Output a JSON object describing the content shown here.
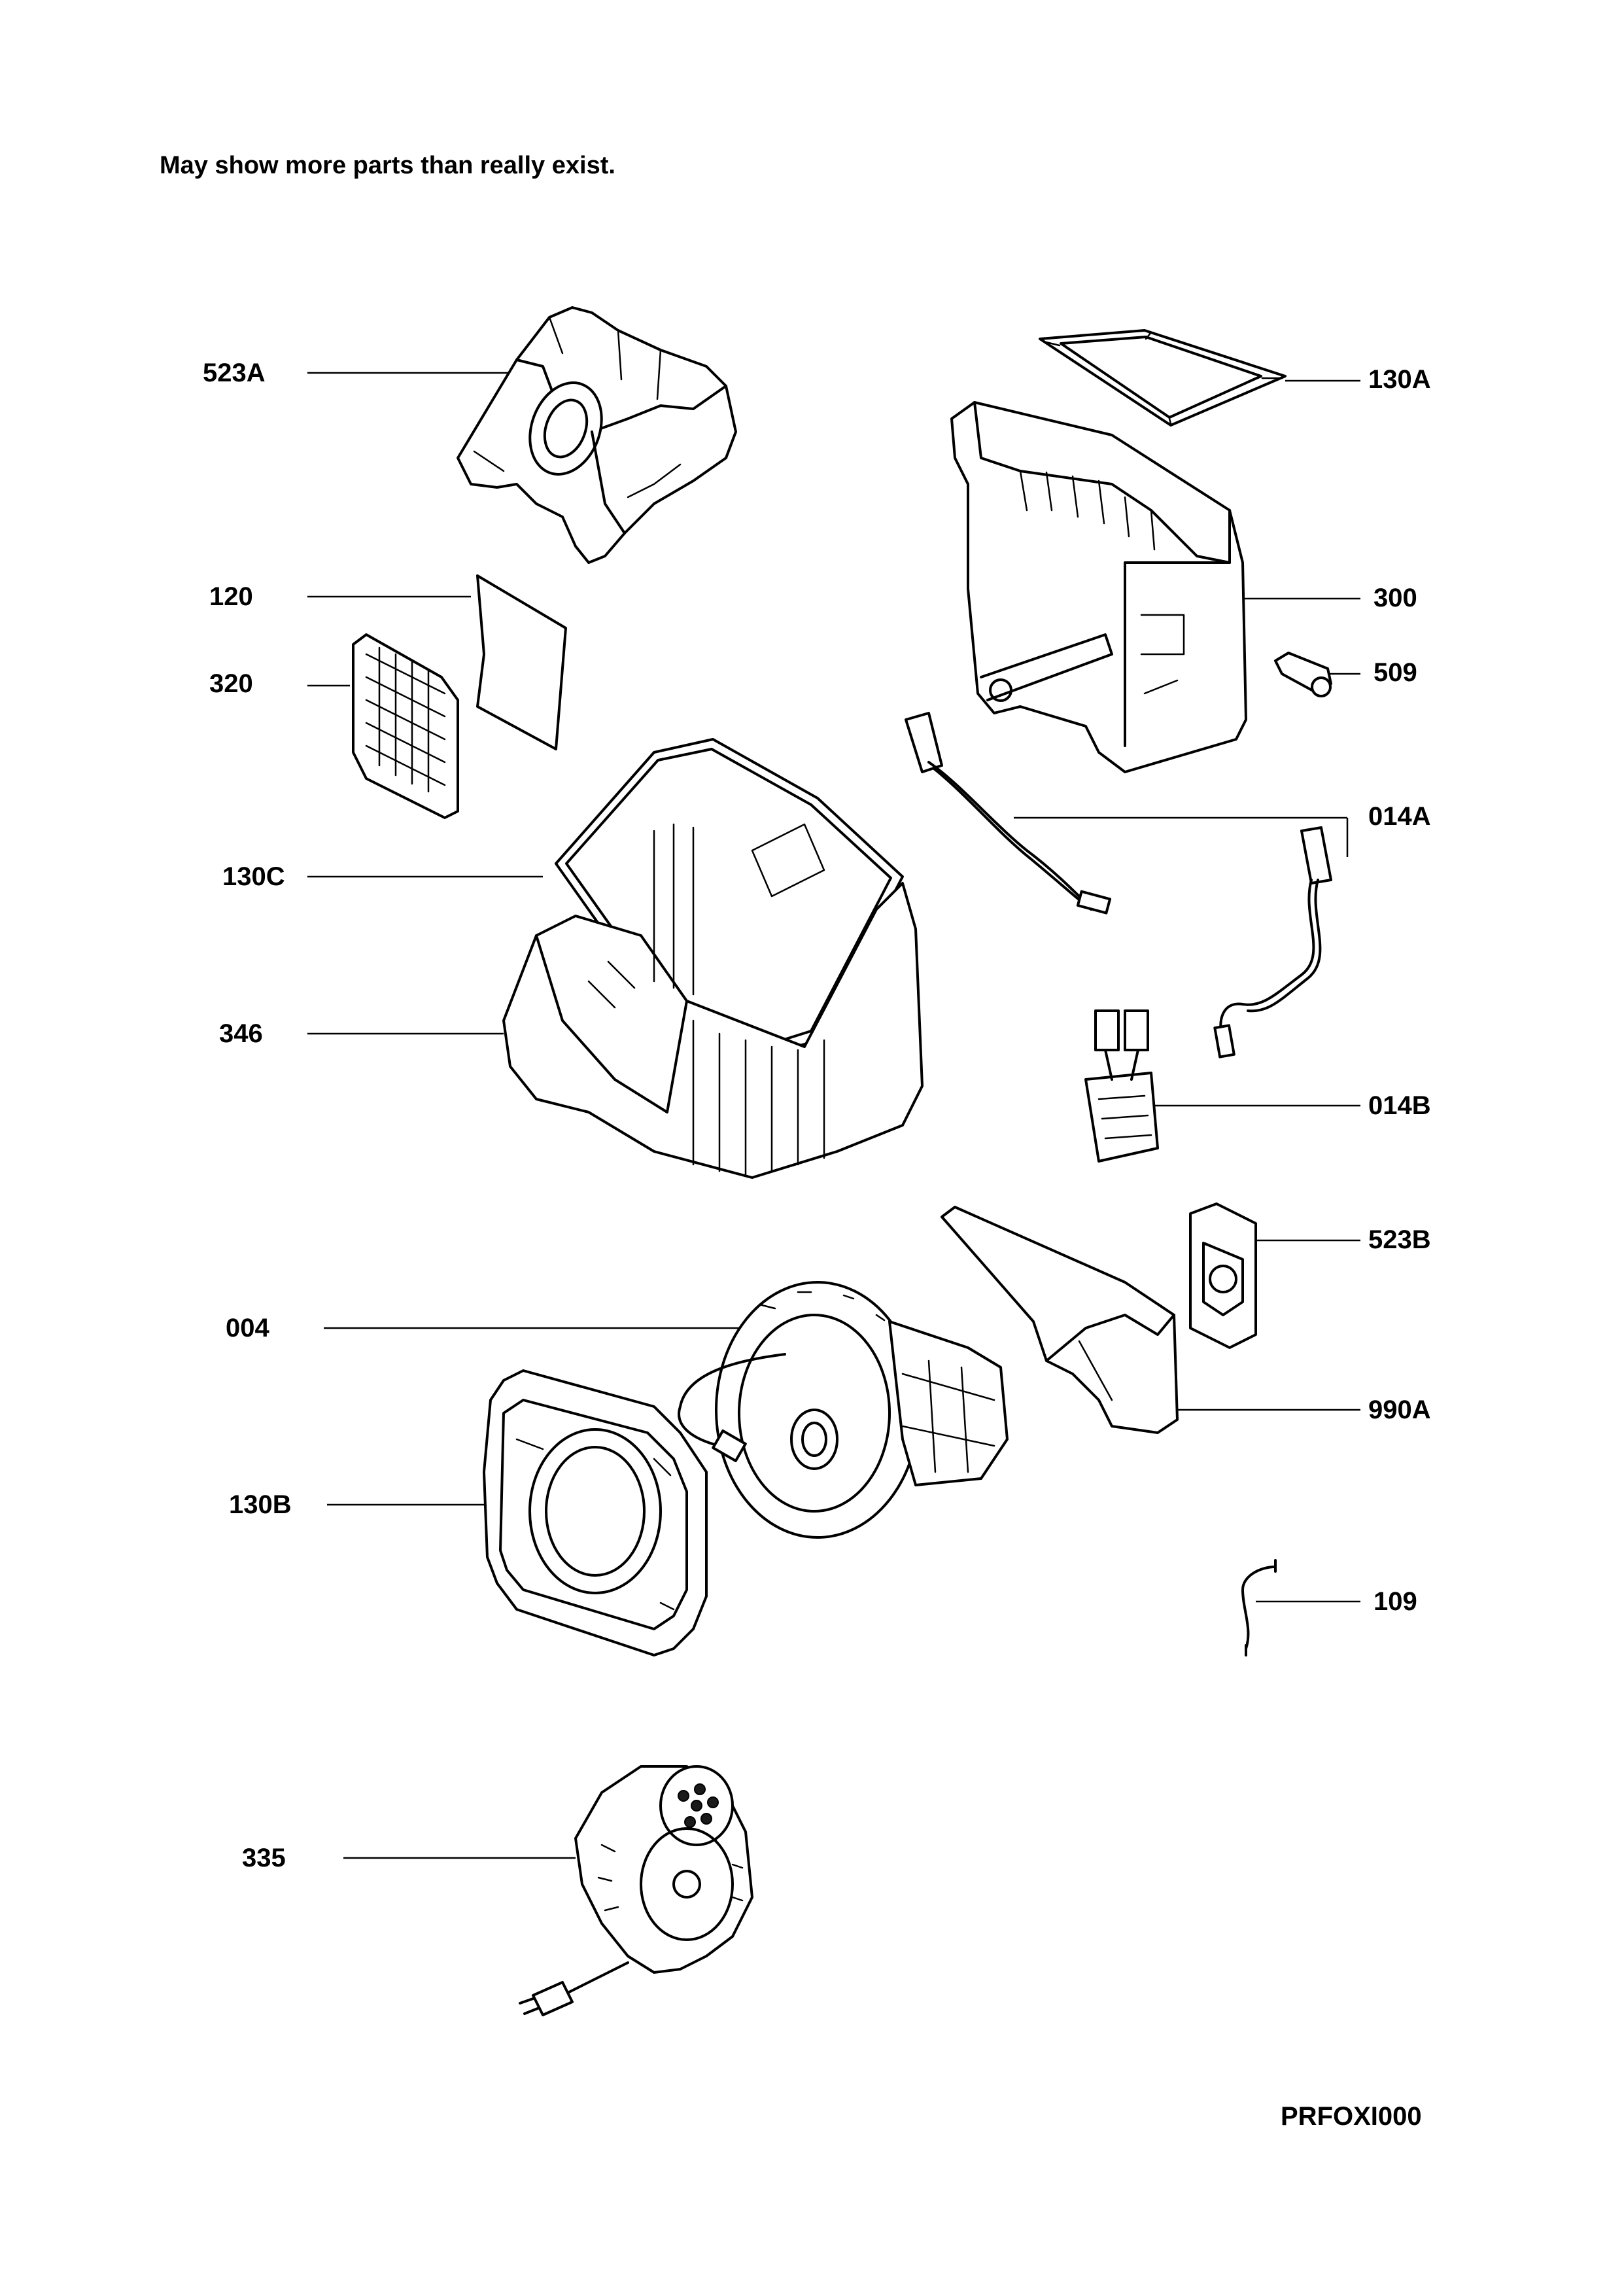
{
  "note": "May show more parts than really exist.",
  "diagram_code": "PRFOXI000",
  "part_labels": {
    "p523A": "523A",
    "p130A": "130A",
    "p120": "120",
    "p300": "300",
    "p320": "320",
    "p509": "509",
    "p014A": "014A",
    "p130C": "130C",
    "p346": "346",
    "p014B": "014B",
    "p523B": "523B",
    "p004": "004",
    "p990A": "990A",
    "p130B": "130B",
    "p109": "109",
    "p335": "335"
  }
}
